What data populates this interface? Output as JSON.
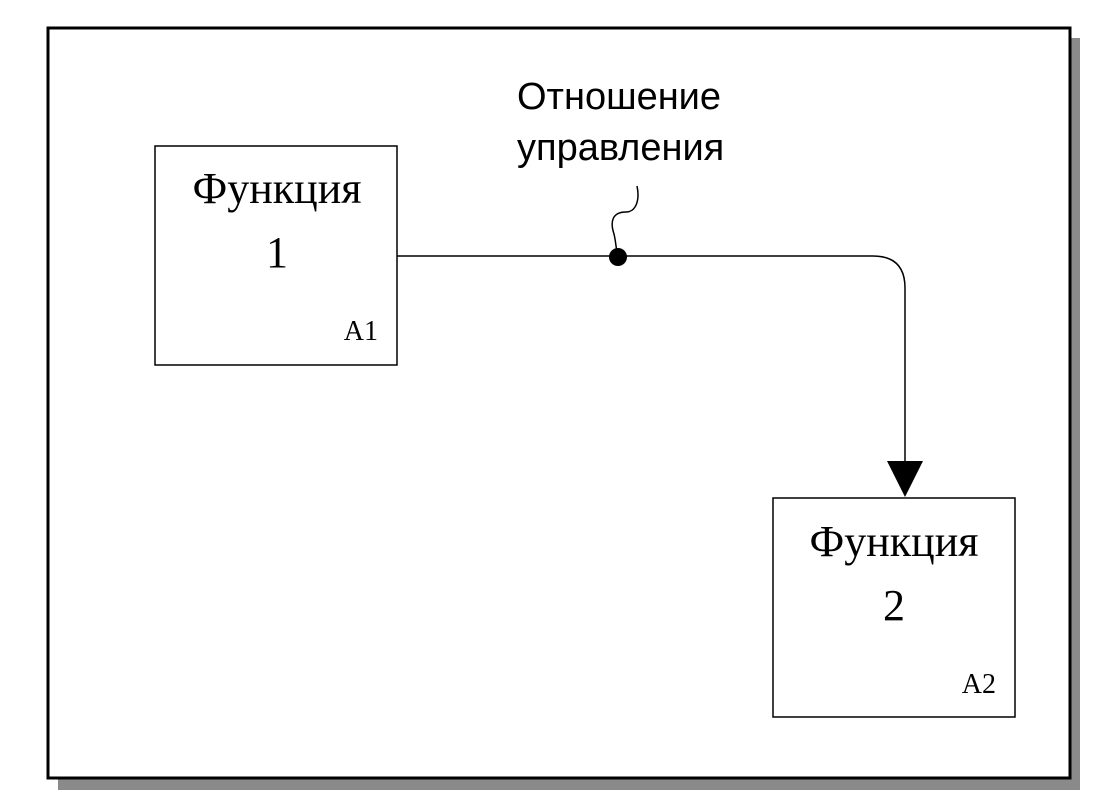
{
  "diagram": {
    "box1": {
      "title": "Функция",
      "number": "1",
      "code": "A1"
    },
    "box2": {
      "title": "Функция",
      "number": "2",
      "code": "A2"
    },
    "arrow_label": {
      "line1": "Отношение",
      "line2": "управления"
    }
  }
}
